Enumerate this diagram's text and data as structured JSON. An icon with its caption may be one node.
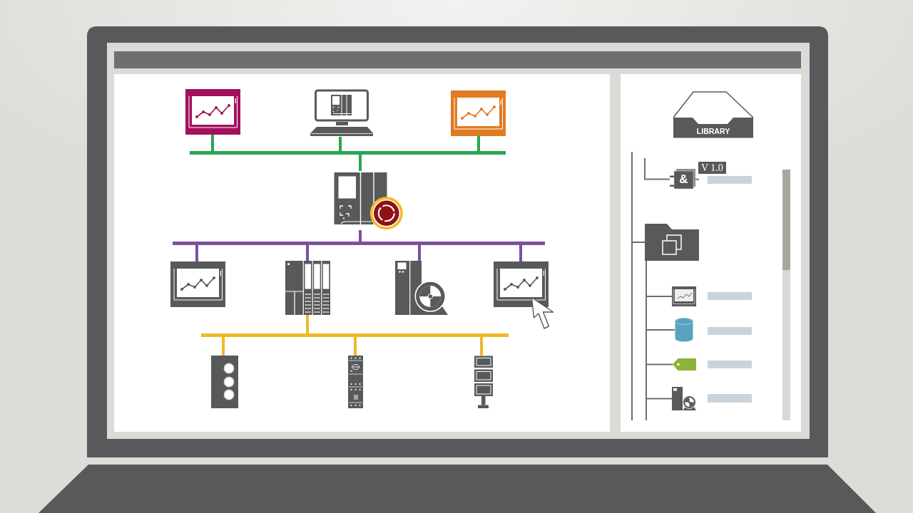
{
  "diagram": {
    "nodes": [
      {
        "text": [],
        "shape": "picture"
      },
      {
        "text": [],
        "shape": "picture"
      },
      {
        "text": [],
        "shape": "picture"
      },
      {
        "text": [],
        "shape": "bar"
      },
      {
        "text": [],
        "shape": "picture"
      },
      {
        "text": [],
        "shape": "bar"
      },
      {
        "text": [],
        "shape": "picture"
      },
      {
        "text": [],
        "shape": "picture"
      },
      {
        "text": [],
        "shape": "picture"
      },
      {
        "text": [],
        "shape": "picture"
      },
      {
        "text": [],
        "shape": "bar"
      },
      {
        "text": [],
        "shape": "picture"
      },
      {
        "text": [],
        "shape": "picture"
      },
      {
        "text": [],
        "shape": "picture"
      },
      {
        "text": [
          "LIBRARY"
        ]
      },
      {
        "text": [
          "&"
        ]
      },
      {
        "text": [
          "V 1.0"
        ]
      },
      {
        "text": [],
        "shape": "folder"
      },
      {
        "text": [],
        "shape": "picture"
      },
      {
        "text": [],
        "shape": "cylinder"
      },
      {
        "text": [],
        "shape": "tag"
      },
      {
        "text": [],
        "shape": "picture"
      }
    ],
    "edges": [
      {
        "from": 0,
        "to": 3,
        "arrow": "none",
        "color": "#27a553"
      },
      {
        "from": 1,
        "to": 3,
        "arrow": "none",
        "color": "#27a553"
      },
      {
        "from": 2,
        "to": 3,
        "arrow": "none",
        "color": "#27a553"
      },
      {
        "from": 3,
        "to": 4,
        "arrow": "none",
        "color": "#27a553"
      },
      {
        "from": 4,
        "to": 5,
        "arrow": "none",
        "color": "#7d4f9f"
      },
      {
        "from": 5,
        "to": 6,
        "arrow": "none",
        "color": "#7d4f9f"
      },
      {
        "from": 5,
        "to": 7,
        "arrow": "none",
        "color": "#7d4f9f"
      },
      {
        "from": 5,
        "to": 8,
        "arrow": "none",
        "color": "#7d4f9f"
      },
      {
        "from": 5,
        "to": 9,
        "arrow": "none",
        "color": "#7d4f9f"
      },
      {
        "from": 7,
        "to": 10,
        "arrow": "none",
        "color": "#efb82a"
      },
      {
        "from": 10,
        "to": 11,
        "arrow": "none",
        "color": "#efb82a"
      },
      {
        "from": 10,
        "to": 12,
        "arrow": "none",
        "color": "#efb82a"
      },
      {
        "from": 10,
        "to": 13,
        "arrow": "none",
        "color": "#efb82a"
      },
      {
        "from": null,
        "to": 15,
        "arrow": "none"
      },
      {
        "from": null,
        "to": 17,
        "arrow": "none"
      },
      {
        "from": 17,
        "to": 18,
        "arrow": "none"
      },
      {
        "from": 17,
        "to": 19,
        "arrow": "none"
      },
      {
        "from": 17,
        "to": 20,
        "arrow": "none"
      },
      {
        "from": 17,
        "to": 21,
        "arrow": "none"
      }
    ]
  }
}
